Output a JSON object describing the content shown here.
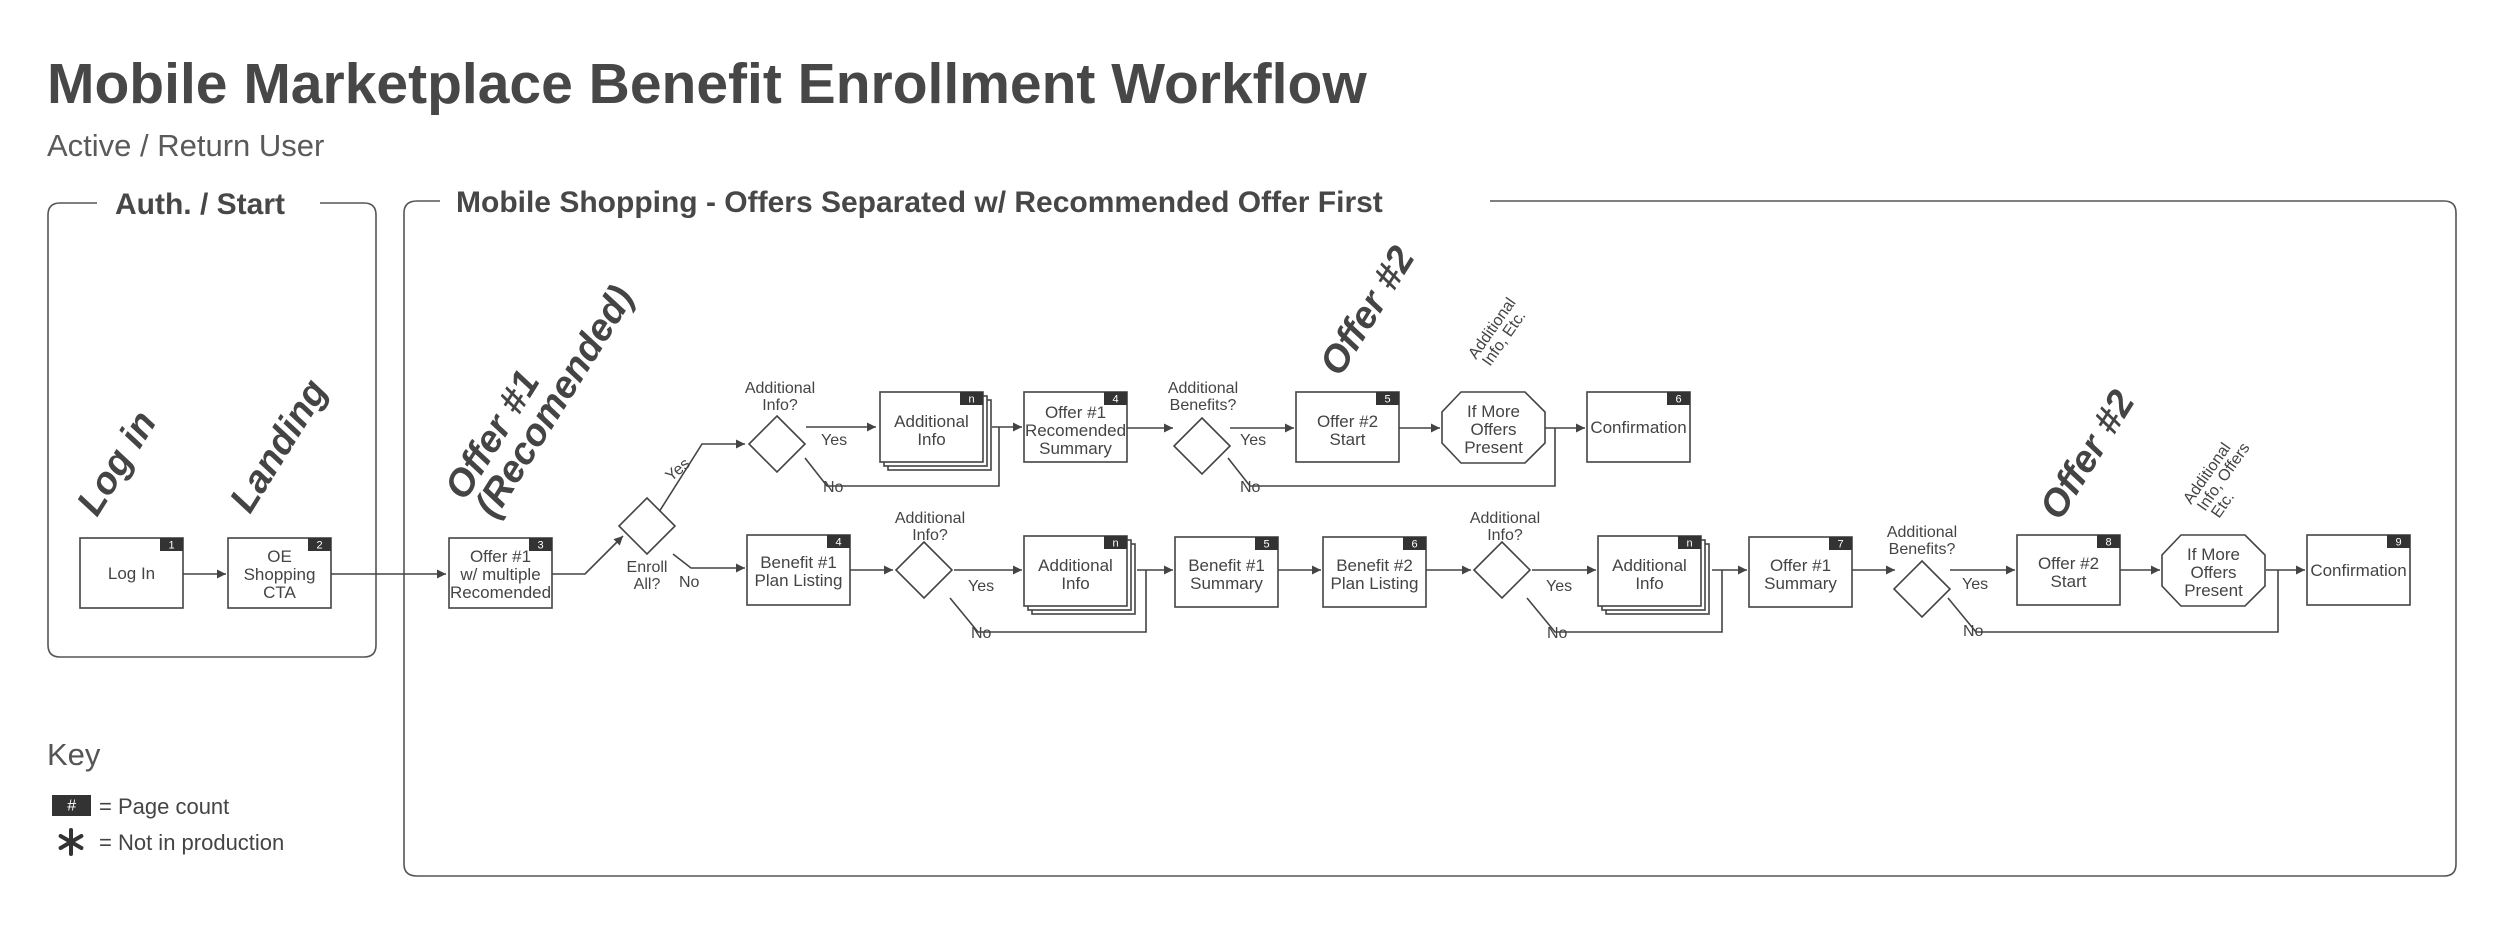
{
  "title": "Mobile Marketplace Benefit Enrollment Workflow",
  "subtitle": "Active / Return User",
  "groups": {
    "auth": "Auth. / Start",
    "shopping": "Mobile Shopping - Offers Separated w/ Recommended Offer First"
  },
  "stages": {
    "login": "Log in",
    "landing": "Landing",
    "offer1_l1": "Offer #1",
    "offer1_l2": "(Recomended)",
    "offer2_top": "Offer #2",
    "offer2_bottom": "Offer #2"
  },
  "nodes": {
    "login": {
      "label": "Log In",
      "badge": "1"
    },
    "landing": {
      "l1": "OE",
      "l2": "Shopping",
      "l3": "CTA",
      "badge": "2"
    },
    "offer1": {
      "l1": "Offer #1",
      "l2": "w/ multiple",
      "l3": "Recomended",
      "badge": "3"
    },
    "top_addinfo": {
      "l1": "Additional",
      "l2": "Info",
      "badge": "n"
    },
    "top_offer1_summary": {
      "l1": "Offer #1",
      "l2": "Recomended",
      "l3": "Summary",
      "badge": "4"
    },
    "top_offer2_start": {
      "l1": "Offer #2",
      "l2": "Start",
      "badge": "5"
    },
    "top_if_more": {
      "l1": "If More",
      "l2": "Offers",
      "l3": "Present"
    },
    "top_confirmation": {
      "label": "Confirmation",
      "badge": "6"
    },
    "b1_plan": {
      "l1": "Benefit #1",
      "l2": "Plan Listing",
      "badge": "4"
    },
    "b_addinfo1": {
      "l1": "Additional",
      "l2": "Info",
      "badge": "n"
    },
    "b1_summary": {
      "l1": "Benefit #1",
      "l2": "Summary",
      "badge": "5"
    },
    "b2_plan": {
      "l1": "Benefit #2",
      "l2": "Plan Listing",
      "badge": "6"
    },
    "b_addinfo2": {
      "l1": "Additional",
      "l2": "Info",
      "badge": "n"
    },
    "b_offer1_summary": {
      "l1": "Offer #1",
      "l2": "Summary",
      "badge": "7"
    },
    "b_offer2_start": {
      "l1": "Offer #2",
      "l2": "Start",
      "badge": "8"
    },
    "b_if_more": {
      "l1": "If More",
      "l2": "Offers",
      "l3": "Present"
    },
    "b_confirmation": {
      "label": "Confirmation",
      "badge": "9"
    }
  },
  "decisions": {
    "enroll_all": {
      "l1": "Enroll",
      "l2": "All?"
    },
    "top_add_info": {
      "l1": "Additional",
      "l2": "Info?"
    },
    "top_add_benefits": {
      "l1": "Additional",
      "l2": "Benefits?"
    },
    "b_add_info1": {
      "l1": "Additional",
      "l2": "Info?"
    },
    "b_add_info2": {
      "l1": "Additional",
      "l2": "Info?"
    },
    "b_add_benefits": {
      "l1": "Additional",
      "l2": "Benefits?"
    }
  },
  "edges": {
    "yes": "Yes",
    "no": "No"
  },
  "notes": {
    "top_note_l1": "Additional",
    "top_note_l2": "Info, Etc.",
    "bottom_note_l1": "Additional",
    "bottom_note_l2": "Info, Offers",
    "bottom_note_l3": "Etc."
  },
  "key": {
    "title": "Key",
    "badge_symbol": "#",
    "page_count": "= Page  count",
    "not_in_production": "= Not in production"
  }
}
